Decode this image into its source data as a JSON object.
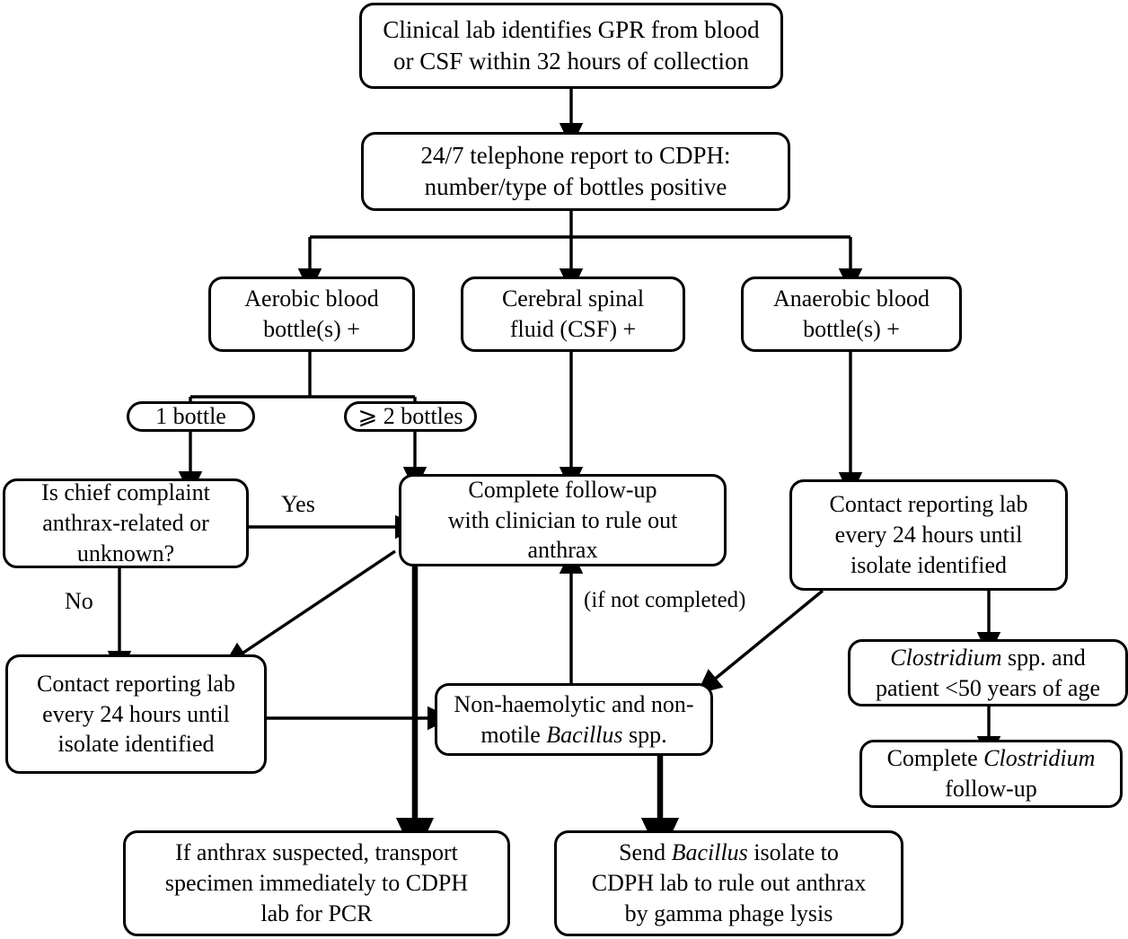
{
  "diagram": {
    "title": "Clinical laboratory gram-positive rod (GPR) reporting and anthrax rule-out flowchart",
    "nodes": {
      "clinical_lab": "Clinical lab identifies GPR from blood\nor CSF within 32 hours of collection",
      "telephone_report": "24/7 telephone report to CDPH:\nnumber/type of bottles positive",
      "aerobic": "Aerobic blood\nbottle(s) +",
      "csf": "Cerebral spinal\nfluid (CSF) +",
      "anaerobic": "Anaerobic blood\nbottle(s) +",
      "one_bottle": "1 bottle",
      "two_bottles": "⩾ 2 bottles",
      "chief_complaint": "Is chief complaint\nanthrax-related or\nunknown?",
      "complete_followup": "Complete follow-up\nwith clinician to rule out\nanthrax",
      "contact_lab_right": "Contact reporting lab\nevery 24 hours until\nisolate identified",
      "contact_lab_left": "Contact reporting lab\nevery 24 hours until\nisolate identified",
      "nonhaemolytic_pre": "Non-haemolytic and non-\nmotile ",
      "nonhaemolytic_italic": "Bacillus",
      "nonhaemolytic_post": " spp.",
      "clostridium_italic": "Clostridium",
      "clostridium_post": " spp. and\npatient <50 years of age",
      "complete_clostridium_pre": "Complete ",
      "complete_clostridium_italic": "Clostridium",
      "complete_clostridium_post": "\nfollow-up",
      "transport_pcr": "If anthrax suspected, transport\nspecimen immediately to CDPH\nlab for PCR",
      "send_pre": "Send ",
      "send_italic": "Bacillus",
      "send_post": " isolate to\nCDPH lab to rule out anthrax\nby gamma phage lysis"
    },
    "edge_labels": {
      "yes": "Yes",
      "no": "No",
      "if_not_completed": "(if not completed)"
    },
    "colors": {
      "stroke": "#000000",
      "fill": "#ffffff",
      "text": "#000000"
    }
  }
}
